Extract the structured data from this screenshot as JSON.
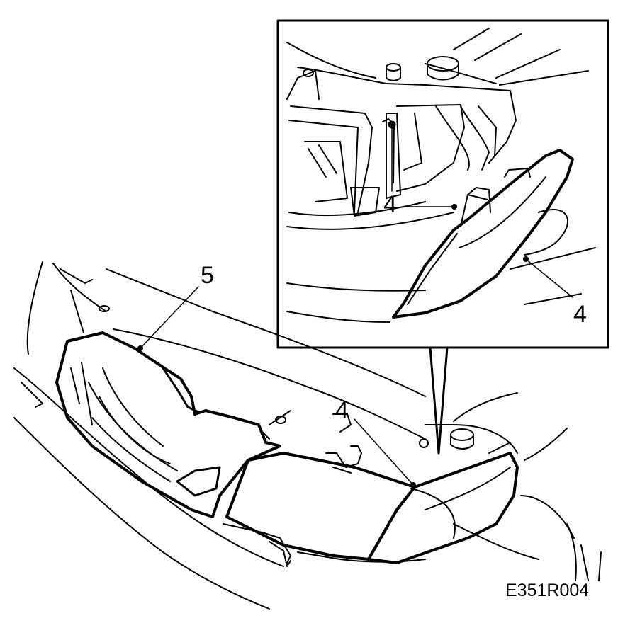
{
  "callouts": {
    "inset_upper": "4",
    "inset_lower": "4",
    "main_grille": "5",
    "main_headlamp": "4"
  },
  "figure_code": "E351R004",
  "colors": {
    "line": "#000000",
    "background": "#ffffff"
  }
}
